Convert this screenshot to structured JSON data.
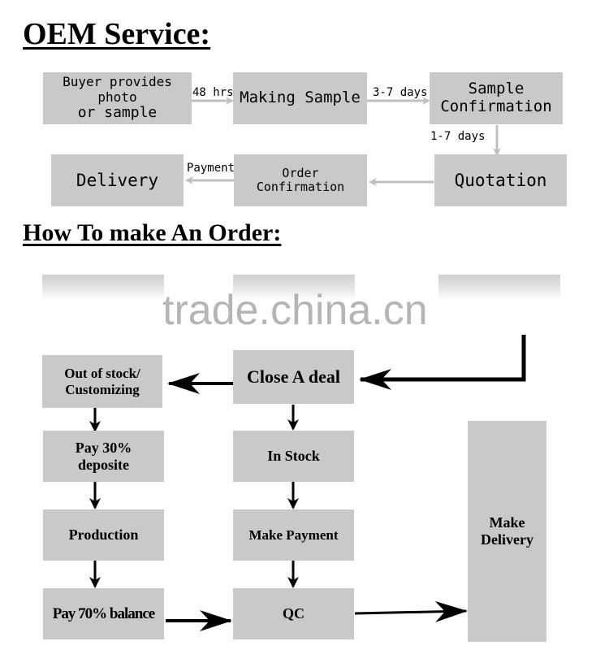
{
  "oem": {
    "title": "OEM Service:",
    "boxes": {
      "buyer_line1": "Buyer provides photo",
      "buyer_line2": "or sample",
      "making_sample": "Making Sample",
      "sample_line1": "Sample",
      "sample_line2": "Confirmation",
      "quotation": "Quotation",
      "order_confirmation": "Order Confirmation",
      "delivery": "Delivery"
    },
    "labels": {
      "hrs": "48 hrs",
      "days_3_7": "3-7 days",
      "days_1_7": "1-7 days",
      "payment": "Payment"
    }
  },
  "order": {
    "title": "How To make An Order:",
    "boxes": {
      "out_of_stock_line1": "Out of stock/",
      "out_of_stock_line2": "Customizing",
      "close_deal": "Close A deal",
      "pay30_line1": "Pay 30%",
      "pay30_line2": "deposite",
      "in_stock": "In Stock",
      "production": "Production",
      "make_payment": "Make Payment",
      "pay70": "Pay 70% balance",
      "qc": "QC",
      "make_delivery_line1": "Make",
      "make_delivery_line2": "Delivery"
    }
  },
  "watermark": "trade.china.cn",
  "colors": {
    "box": "#c9c9c9",
    "arrow_light": "#c0c0c0",
    "arrow_dark": "#000000"
  }
}
